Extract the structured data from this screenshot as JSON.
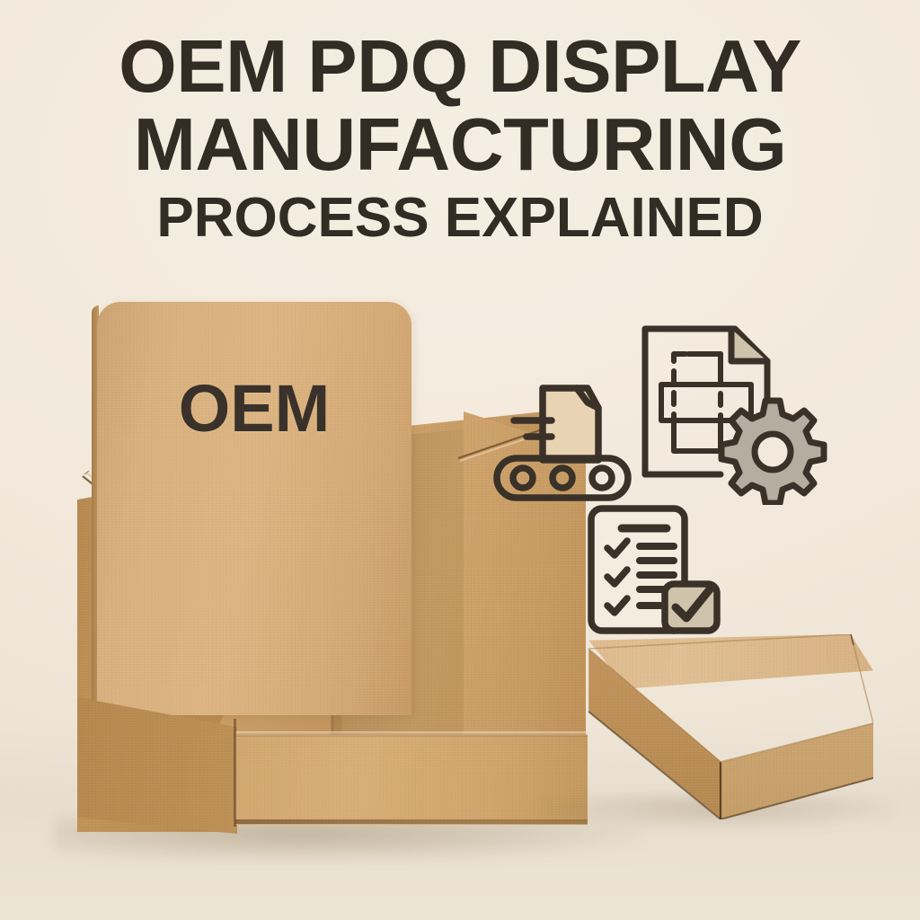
{
  "page": {
    "background_color": "#f2e9dc",
    "text_color": "#332c24"
  },
  "heading": {
    "line1": "OEM PDQ DISPLAY",
    "line2": "MANUFACTURING",
    "line3": "PROCESS EXPLAINED"
  },
  "pdq_display": {
    "printed_label": "OEM",
    "label_color": "#3a322a",
    "board_color_front": "#d8b07e",
    "board_color_side": "#b5884f",
    "board_color_tray": "#d2a66f",
    "description": "Open-front cardboard PDQ counter display with tall rounded backer panel, angled side wings and a front tray"
  },
  "shipping_box": {
    "board_color_top": "#ddba8c",
    "board_color_front": "#bd9055",
    "board_color_right": "#d3ac79",
    "description": "Closed kraft corrugated mailer box shown in three-quarter view"
  },
  "icons": [
    {
      "name": "conveyor-belt-icon",
      "label": "Conveyor belt with carton",
      "stroke_color": "#3a3228",
      "fill_color": "#e8d4b2"
    },
    {
      "name": "blueprint-dieline-icon",
      "label": "Die-line drawing document",
      "stroke_color": "#3a3228",
      "fill_color": "#f5ece0"
    },
    {
      "name": "gear-icon",
      "label": "Gear",
      "stroke_color": "#3a3228",
      "fill_color": "#b5ada0"
    },
    {
      "name": "checklist-icon",
      "label": "Quality checklist clipboard with checkmarks",
      "stroke_color": "#3a3228",
      "fill_color": "#cfc3ab"
    }
  ]
}
